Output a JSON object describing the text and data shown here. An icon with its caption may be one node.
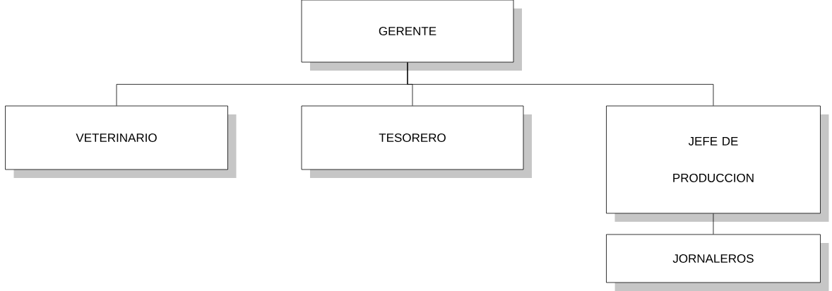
{
  "diagram": {
    "nodes": [
      {
        "text": [
          "GERENTE"
        ]
      },
      {
        "text": [
          "VETERINARIO"
        ]
      },
      {
        "text": [
          "TESORERO"
        ]
      },
      {
        "text": [
          "JEFE DE PRODUCCION"
        ]
      },
      {
        "text": [
          "JORNALEROS"
        ]
      }
    ],
    "edges": [
      {
        "from": 0,
        "to": 1,
        "arrow": "none"
      },
      {
        "from": 0,
        "to": 2,
        "arrow": "none"
      },
      {
        "from": 0,
        "to": 3,
        "arrow": "none"
      },
      {
        "from": 3,
        "to": 4,
        "arrow": "none"
      }
    ]
  }
}
